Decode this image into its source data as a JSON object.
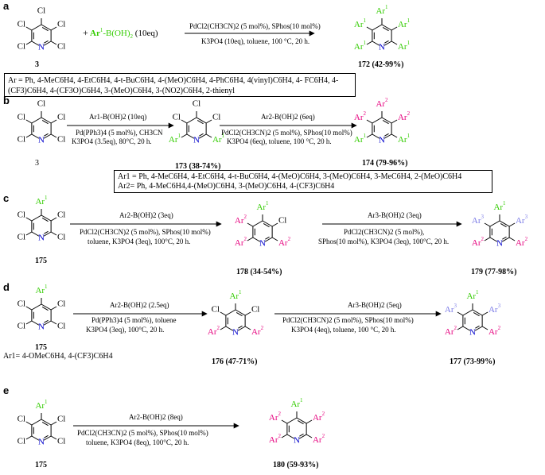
{
  "colors": {
    "ar1": "#33cc00",
    "ar2": "#e6007e",
    "ar3": "#7a7ae6",
    "atom": "#0000cc",
    "text": "#000000"
  },
  "atoms": {
    "Cl": "Cl",
    "N": "N"
  },
  "subst": {
    "ar": "Ar",
    "s1": "1",
    "s2": "2",
    "s3": "3"
  },
  "sections": {
    "a": {
      "label": "a",
      "plus": "+",
      "reagent_name": "Ar",
      "reagent_sup": "1",
      "reagent_rest": "-B(OH)",
      "reagent_sub": "2",
      "reagent_eq": " (10eq)",
      "cond1": "PdCl2(CH3CN)2 (5 mol%), SPhos(10 mol%)",
      "cond2": "K3PO4 (10eq), toluene, 100 °C, 20 h.",
      "start_num": "3",
      "product": "172 (42-99%)",
      "note": "Ar = Ph, 4-MeC6H4, 4-EtC6H4, 4-t-BuC6H4, 4-(MeO)C6H4, 4-PhC6H4, 4(vinyl)C6H4, 4- FC6H4, 4-(CF3)C6H4, 4-(CF3O)C6H4, 3-(MeO)C6H4, 3-(NO2)C6H4, 2-thienyl"
    },
    "b": {
      "label": "b",
      "start_num": "3",
      "step1_top": "Ar1-B(OH)2 (10eq)",
      "step1_cond1": "Pd(PPh3)4 (5 mol%), CH3CN",
      "step1_cond2": "K3PO4 (3.5eq), 80°C, 20 h.",
      "product1": "173 (38-74%)",
      "step2_top": "Ar2-B(OH)2 (6eq)",
      "step2_cond1": "PdCl2(CH3CN)2 (5 mol%), SPhos(10 mol%)",
      "step2_cond2": "K3PO4 (6eq), toluene, 100 °C, 20 h.",
      "product2": "174 (79-96%)",
      "note1": "Ar1 = Ph, 4-MeC6H4, 4-EtC6H4, 4-t-BuC6H4, 4-(MeO)C6H4, 3-(MeO)C6H4, 3-MeC6H4, 2-(MeO)C6H4",
      "note2": "Ar2= Ph, 4-MeC6H4,4-(MeO)C6H4, 3-(MeO)C6H4, 4-(CF3)C6H4"
    },
    "c": {
      "label": "c",
      "start_num": "175",
      "step1_top": "Ar2-B(OH)2 (3eq)",
      "step1_cond1": "PdCl2(CH3CN)2 (5 mol%), SPhos(10 mol%)",
      "step1_cond2": "toluene, K3PO4 (3eq), 100°C, 20 h.",
      "product1": "178 (34-54%)",
      "step2_top": "Ar3-B(OH)2 (3eq)",
      "step2_cond1": "PdCl2(CH3CN)2 (5 mol%),",
      "step2_cond2": "SPhos(10 mol%), K3PO4 (3eq), 100°C, 20 h.",
      "product2": "179 (77-98%)"
    },
    "d": {
      "label": "d",
      "start_num": "175",
      "step1_top": "Ar2-B(OH)2 (2.5eq)",
      "step1_cond1": "Pd(PPh3)4 (5 mol%), toluene",
      "step1_cond2": "K3PO4 (3eq), 100°C, 20 h.",
      "product1": "176 (47-71%)",
      "step2_top": "Ar3-B(OH)2 (5eq)",
      "step2_cond1": "PdCl2(CH3CN)2 (5 mol%), SPhos(10 mol%)",
      "step2_cond2": "K3PO4 (4eq), toluene, 100 °C, 20 h.",
      "product2": "177 (73-99%)",
      "note": "Ar1= 4-OMeC6H4, 4-(CF3)C6H4"
    },
    "e": {
      "label": "e",
      "start_num": "175",
      "step1_top": "Ar2-B(OH)2 (8eq)",
      "step1_cond1": "PdCl2(CH3CN)2 (5 mol%), SPhos(10 mol%)",
      "step1_cond2": "toluene, K3PO4 (8eq), 100°C, 20 h.",
      "product1": "180 (59-93%)"
    }
  }
}
